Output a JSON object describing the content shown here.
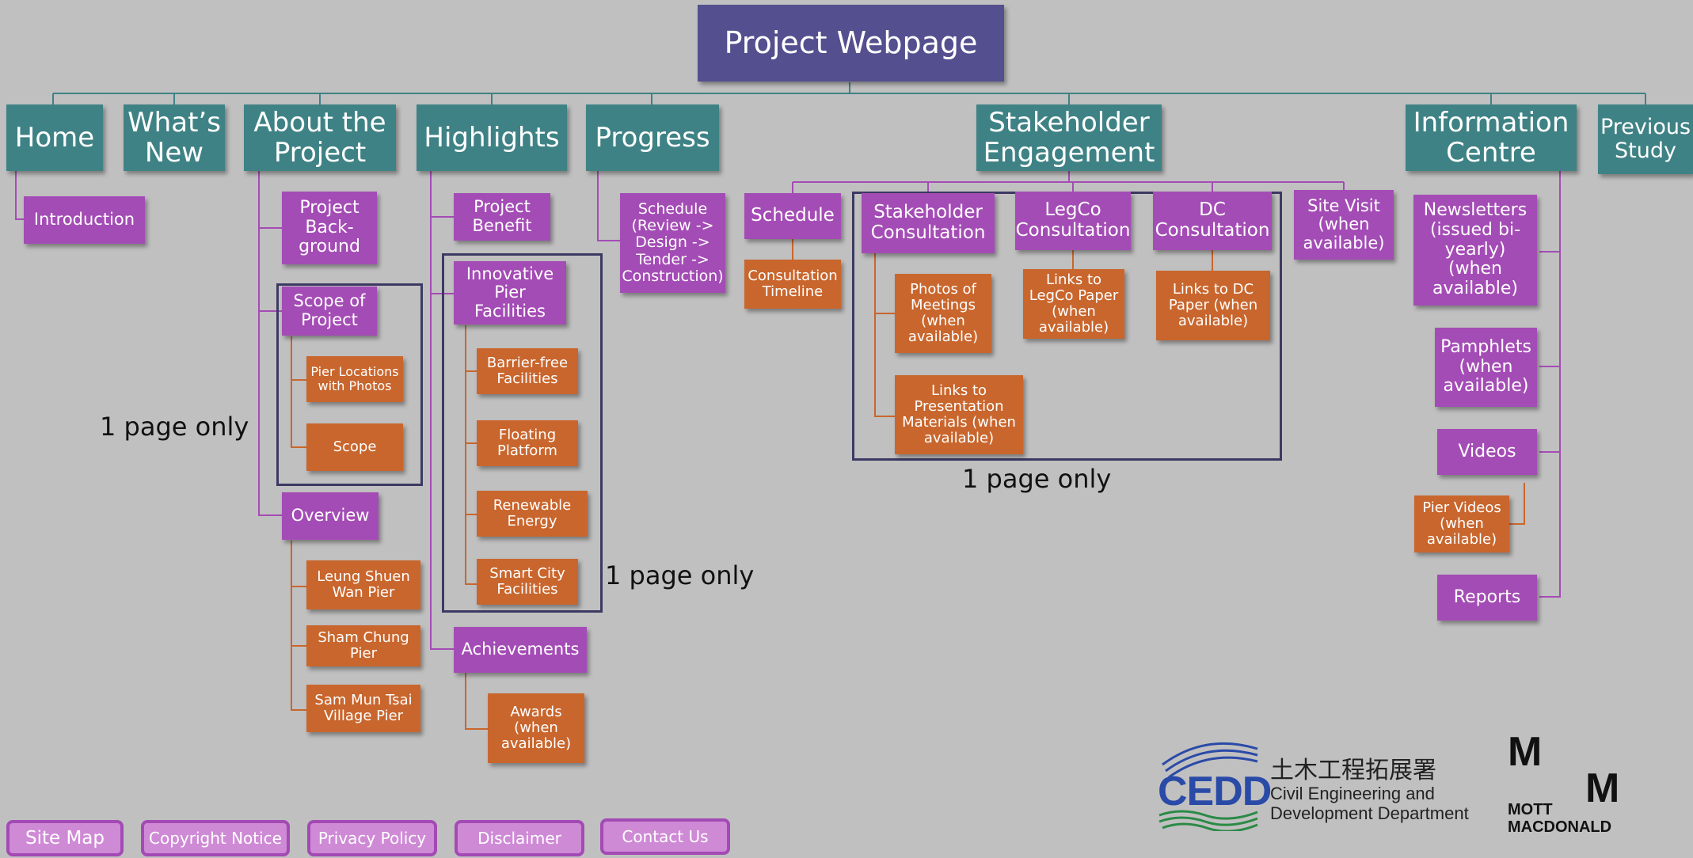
{
  "title": "Project Webpage",
  "nav": {
    "home": "Home",
    "whats_new": "What’s New",
    "about": "About the Project",
    "highlights": "Highlights",
    "progress": "Progress",
    "stakeholder": "Stakeholder Engagement",
    "info_centre": "Information Centre",
    "previous_study": "Previous Study"
  },
  "home": {
    "introduction": "Introduction"
  },
  "about": {
    "background": "Project Back-ground",
    "scope_of_project": "Scope of Project",
    "pier_locations": "Pier Locations with Photos",
    "scope": "Scope",
    "overview": "Overview",
    "leung_shuen_wan": "Leung Shuen Wan Pier",
    "sham_chung": "Sham Chung Pier",
    "sam_mun_tsai": "Sam Mun Tsai Village Pier"
  },
  "highlights": {
    "project_benefit": "Project Benefit",
    "innovative": "Innovative Pier Facilities",
    "barrier_free": "Barrier-free Facilities",
    "floating_platform": "Floating Platform",
    "renewable_energy": "Renewable Energy",
    "smart_city": "Smart City Facilities",
    "achievements": "Achievements",
    "awards": "Awards (when available)"
  },
  "progress": {
    "schedule": "Schedule (Review -> Design -> Tender -> Construction)"
  },
  "stakeholder": {
    "schedule": "Schedule",
    "consultation_timeline": "Consultation Timeline",
    "stakeholder_consultation": "Stakeholder Consultation",
    "photos_of_meetings": "Photos of Meetings (when available)",
    "links_presentation": "Links to Presentation Materials (when available)",
    "legco_consultation": "LegCo Consultation",
    "links_legco": "Links to LegCo Paper (when available)",
    "dc_consultation": "DC Consultation",
    "links_dc": "Links to DC Paper (when available)",
    "site_visit": "Site Visit (when available)"
  },
  "info_centre": {
    "newsletters": "Newsletters (issued bi-yearly) (when available)",
    "pamphlets": "Pamphlets (when available)",
    "videos": "Videos",
    "pier_videos": "Pier Videos (when available)",
    "reports": "Reports"
  },
  "notes": {
    "about_scope": "1 page only",
    "highlights_innovative": "1 page only",
    "stakeholder_consultations": "1 page only"
  },
  "footer": {
    "site_map": "Site Map",
    "copyright": "Copyright Notice",
    "privacy": "Privacy Policy",
    "disclaimer": "Disclaimer",
    "contact": "Contact Us"
  },
  "logos": {
    "cedd_abbrev": "CEDD",
    "cedd_chinese": "土木工程拓展署",
    "cedd_english_line1": "Civil Engineering and",
    "cedd_english_line2": "Development Department",
    "mott_line1": "MOTT",
    "mott_line2": "MACDONALD"
  },
  "colors": {
    "background": "#c0c0c0",
    "title_box": "#544f8e",
    "level1_box": "#3f8285",
    "level2_box": "#a44cb5",
    "level3_box": "#c9662d",
    "connector_teal": "#3f8285",
    "connector_purple": "#a44cb5",
    "connector_orange": "#c9662d",
    "group_frame": "#3c3a63"
  }
}
